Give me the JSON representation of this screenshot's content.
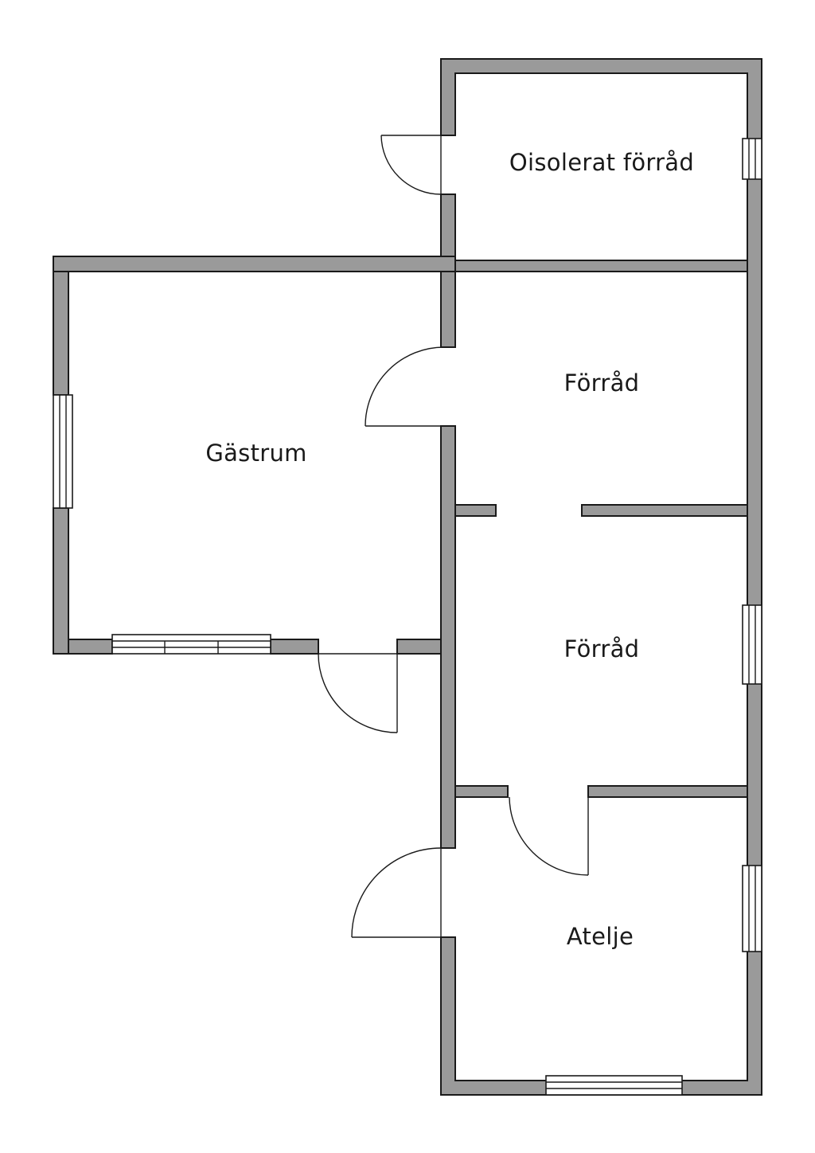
{
  "floorplan": {
    "rooms": [
      {
        "key": "oisolerat",
        "label": "Oisolerat förråd"
      },
      {
        "key": "forrad_upper",
        "label": "Förråd"
      },
      {
        "key": "gastrum",
        "label": "Gästrum"
      },
      {
        "key": "forrad_lower",
        "label": "Förråd"
      },
      {
        "key": "atelje",
        "label": "Atelje"
      }
    ]
  },
  "colors": {
    "wall_fill": "#9a9a9a",
    "line": "#1a1a1a",
    "background": "#ffffff"
  }
}
